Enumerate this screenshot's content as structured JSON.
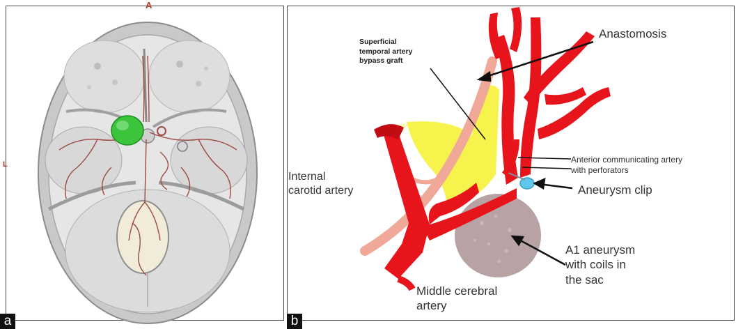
{
  "panel_a": {
    "letter": "a",
    "orientation_top": "A",
    "orientation_left": "L"
  },
  "panel_b": {
    "letter": "b",
    "labels": {
      "anastomosis": "Anastomosis",
      "sta_bypass_line1": "Superficial",
      "sta_bypass_line2": "temporal artery",
      "sta_bypass_line3": "bypass graft",
      "acom_line1": "Anterior communicating artery",
      "acom_line2": "with perforators",
      "aneurysm_clip": "Aneurysm clip",
      "ica_line1": "Internal",
      "ica_line2": "carotid artery",
      "a1_line1": "A1 aneurysm",
      "a1_line2": "with coils in",
      "a1_line3": "the sac",
      "mca_line1": "Middle cerebral",
      "mca_line2": "artery"
    }
  },
  "colors": {
    "artery_red": "#e8141b",
    "graft_pink": "#f0a898",
    "highlight_yellow": "#f6f23a",
    "aneurysm_gray": "#b7a2a4",
    "clip_blue": "#5fc8ec",
    "tumor_green": "#3cc43c"
  }
}
